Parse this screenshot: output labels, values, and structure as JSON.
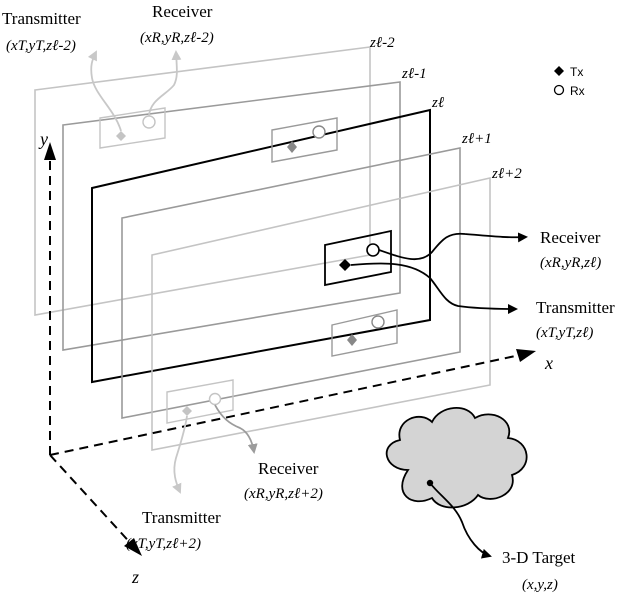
{
  "axes": {
    "x": "x",
    "y": "y",
    "z": "z"
  },
  "planes": [
    {
      "label": "zℓ-2"
    },
    {
      "label": "zℓ-1"
    },
    {
      "label": "zℓ"
    },
    {
      "label": "zℓ+1"
    },
    {
      "label": "zℓ+2"
    }
  ],
  "legend": {
    "tx": "Tx",
    "rx": "Rx"
  },
  "labels": {
    "top_transmitter": {
      "title": "Transmitter",
      "coords": "(xT,yT,zℓ-2)"
    },
    "top_receiver": {
      "title": "Receiver",
      "coords": "(xR,yR,zℓ-2)"
    },
    "right_receiver": {
      "title": "Receiver",
      "coords": "(xR,yR,zℓ)"
    },
    "right_transmitter": {
      "title": "Transmitter",
      "coords": "(xT,yT,zℓ)"
    },
    "bottom_receiver": {
      "title": "Receiver",
      "coords": "(xR,yR,zℓ+2)"
    },
    "bottom_transmitter": {
      "title": "Transmitter",
      "coords": "(xT,yT,zℓ+2)"
    },
    "target": {
      "title": "3-D Target",
      "coords": "(x,y,z)"
    }
  },
  "colors": {
    "plane_far": "#bdbdbd",
    "plane_mid": "#8c8c8c",
    "plane_main": "#000000",
    "faded_arrow": "#c8c8c8",
    "cloud_fill": "#d4d4d4",
    "tx_marker_faded": "#9a9a9a"
  }
}
